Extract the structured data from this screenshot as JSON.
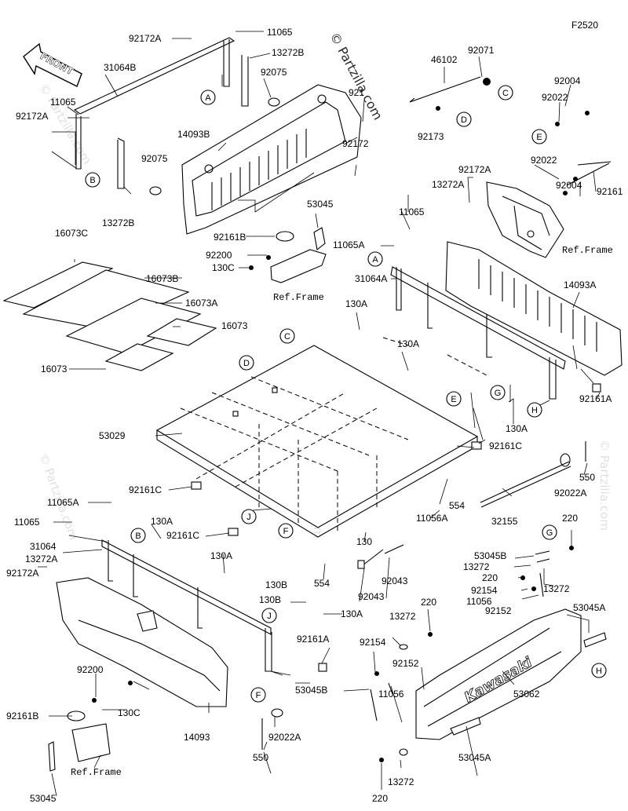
{
  "figure_code": "F2520",
  "watermark": "© Partzilla.com",
  "front_label": "FRONT",
  "brand_text": "Kawasaki",
  "ref_frame": "Ref.Frame",
  "callouts": [
    "A",
    "B",
    "C",
    "D",
    "E",
    "F",
    "G",
    "H",
    "J"
  ],
  "parts": {
    "p92172A": "92172A",
    "p11065": "11065",
    "p13272B": "13272B",
    "p31064B": "31064B",
    "p92075": "92075",
    "p46102": "46102",
    "p92071": "92071",
    "p92004": "92004",
    "p92022": "92022",
    "p14093B": "14093B",
    "p921": "921",
    "p92172": "92172",
    "p92173": "92173",
    "p92161": "92161",
    "p16073C": "16073C",
    "p16073B": "16073B",
    "p16073A": "16073A",
    "p16073": "16073",
    "p53045": "53045",
    "p92161B": "92161B",
    "p92200": "92200",
    "p130C": "130C",
    "p13272A": "13272A",
    "p11065A": "11065A",
    "p31064A": "31064A",
    "p130A": "130A",
    "p14093A": "14093A",
    "p92161A": "92161A",
    "p53029": "53029",
    "p92161C": "92161C",
    "p550": "550",
    "p92022A": "92022A",
    "p554": "554",
    "p32155": "32155",
    "p11056A": "11056A",
    "p130": "130",
    "p130B": "130B",
    "p92043": "92043",
    "p31064": "31064",
    "p220": "220",
    "p53045B": "53045B",
    "p13272": "13272",
    "p92154": "92154",
    "p11056": "11056",
    "p92152": "92152",
    "p53045A": "53045A",
    "p53062": "53062",
    "p14093": "14093"
  }
}
